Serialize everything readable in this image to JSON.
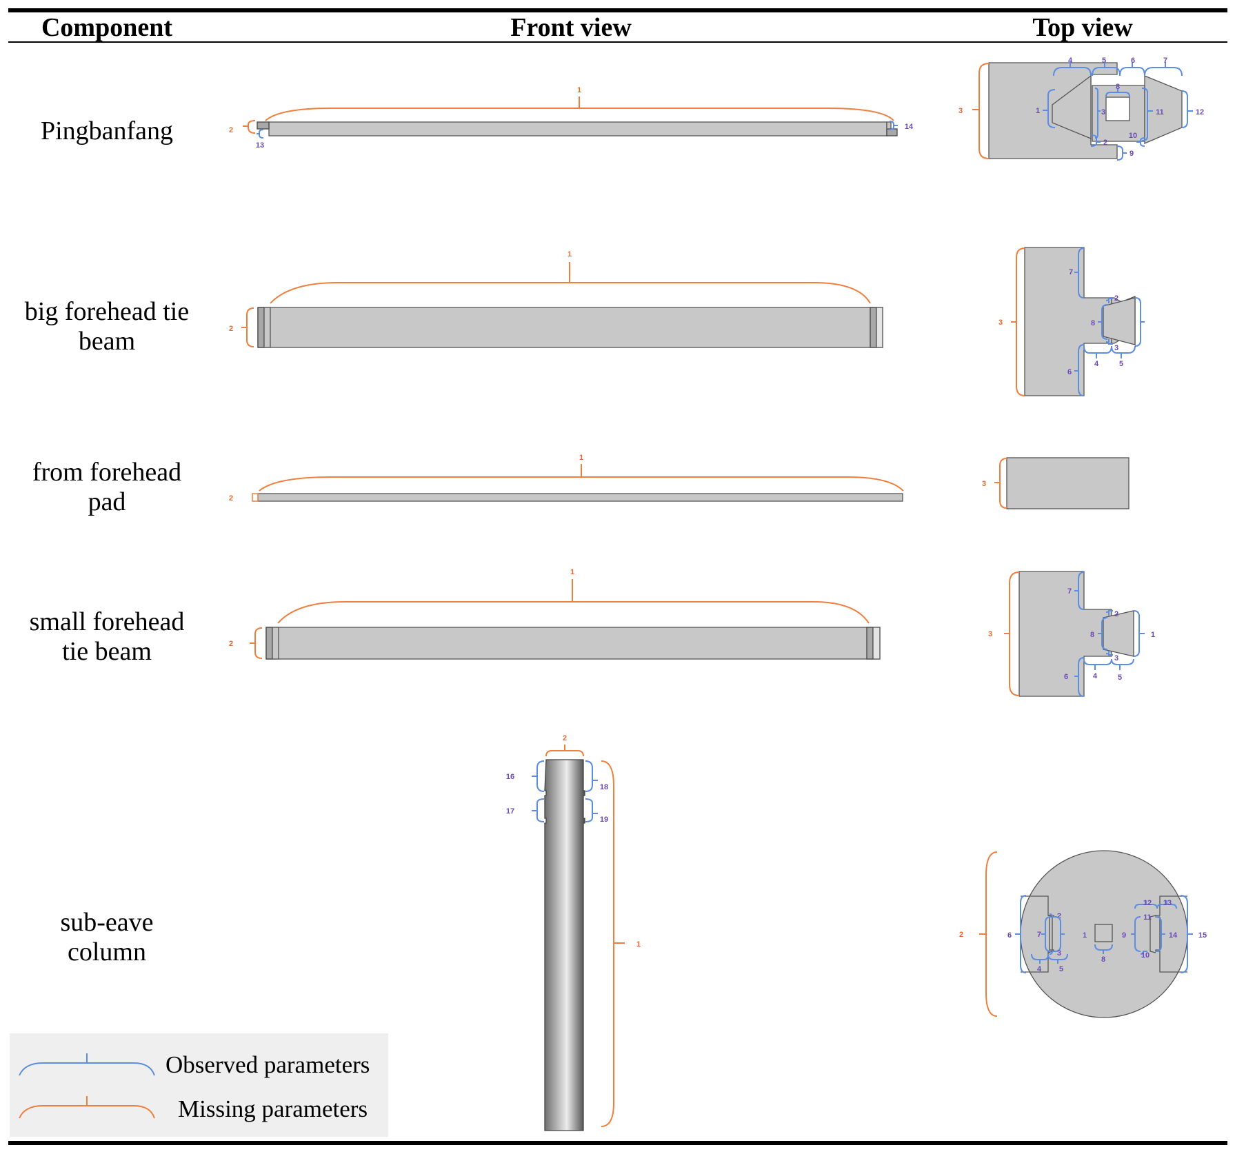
{
  "header": {
    "component": "Component",
    "front_view": "Front view",
    "top_view": "Top view"
  },
  "components": {
    "pingbanfang": "Pingbanfang",
    "big_forehead_l1": "big forehead tie",
    "big_forehead_l2": "beam",
    "from_forehead_l1": "from forehead",
    "from_forehead_l2": "pad",
    "small_forehead_l1": "small forehead",
    "small_forehead_l2": "tie beam",
    "sub_eave_l1": "sub-eave",
    "sub_eave_l2": "column"
  },
  "legend": {
    "observed": "Observed parameters",
    "missing": "Missing parameters"
  },
  "colors": {
    "observed": "#5b8de0",
    "missing": "#f07e3c",
    "component_fill": "#c8c8c8"
  },
  "labels": {
    "p_front_1": "1",
    "p_front_2": "2",
    "p_front_13": "13",
    "p_front_14": "14",
    "p_top_3": "3",
    "p_top_4": "4",
    "p_top_5": "5",
    "p_top_6": "6",
    "p_top_7": "7",
    "p_top_1": "1",
    "p_top_8": "8",
    "p_top_t3": "3",
    "p_top_11": "11",
    "p_top_12": "12",
    "p_top_2": "2",
    "p_top_10": "10",
    "p_top_9": "9",
    "b_front_1": "1",
    "b_front_2": "2",
    "b_top_3": "3",
    "b_top_7": "7",
    "b_top_2": "2",
    "b_top_8": "8",
    "b_top_t3": "3",
    "b_top_4": "4",
    "b_top_5": "5",
    "b_top_6": "6",
    "f_front_1": "1",
    "f_front_2": "2",
    "f_top_3": "3",
    "s_front_1": "1",
    "s_front_2": "2",
    "s_top_3": "3",
    "s_top_7": "7",
    "s_top_2": "2",
    "s_top_8": "8",
    "s_top_1": "1",
    "s_top_t3": "3",
    "s_top_4": "4",
    "s_top_5": "5",
    "s_top_6": "6",
    "c_front_2": "2",
    "c_front_16": "16",
    "c_front_17": "17",
    "c_front_18": "18",
    "c_front_19": "19",
    "c_front_1": "1",
    "c_top_2": "2",
    "c_top_6": "6",
    "c_top_7": "7",
    "c_top_t2": "2",
    "c_top_1": "1",
    "c_top_4": "4",
    "c_top_t3": "3",
    "c_top_5": "5",
    "c_top_8": "8",
    "c_top_12": "12",
    "c_top_13": "13",
    "c_top_11": "11",
    "c_top_9": "9",
    "c_top_14": "14",
    "c_top_15": "15",
    "c_top_10": "10"
  }
}
